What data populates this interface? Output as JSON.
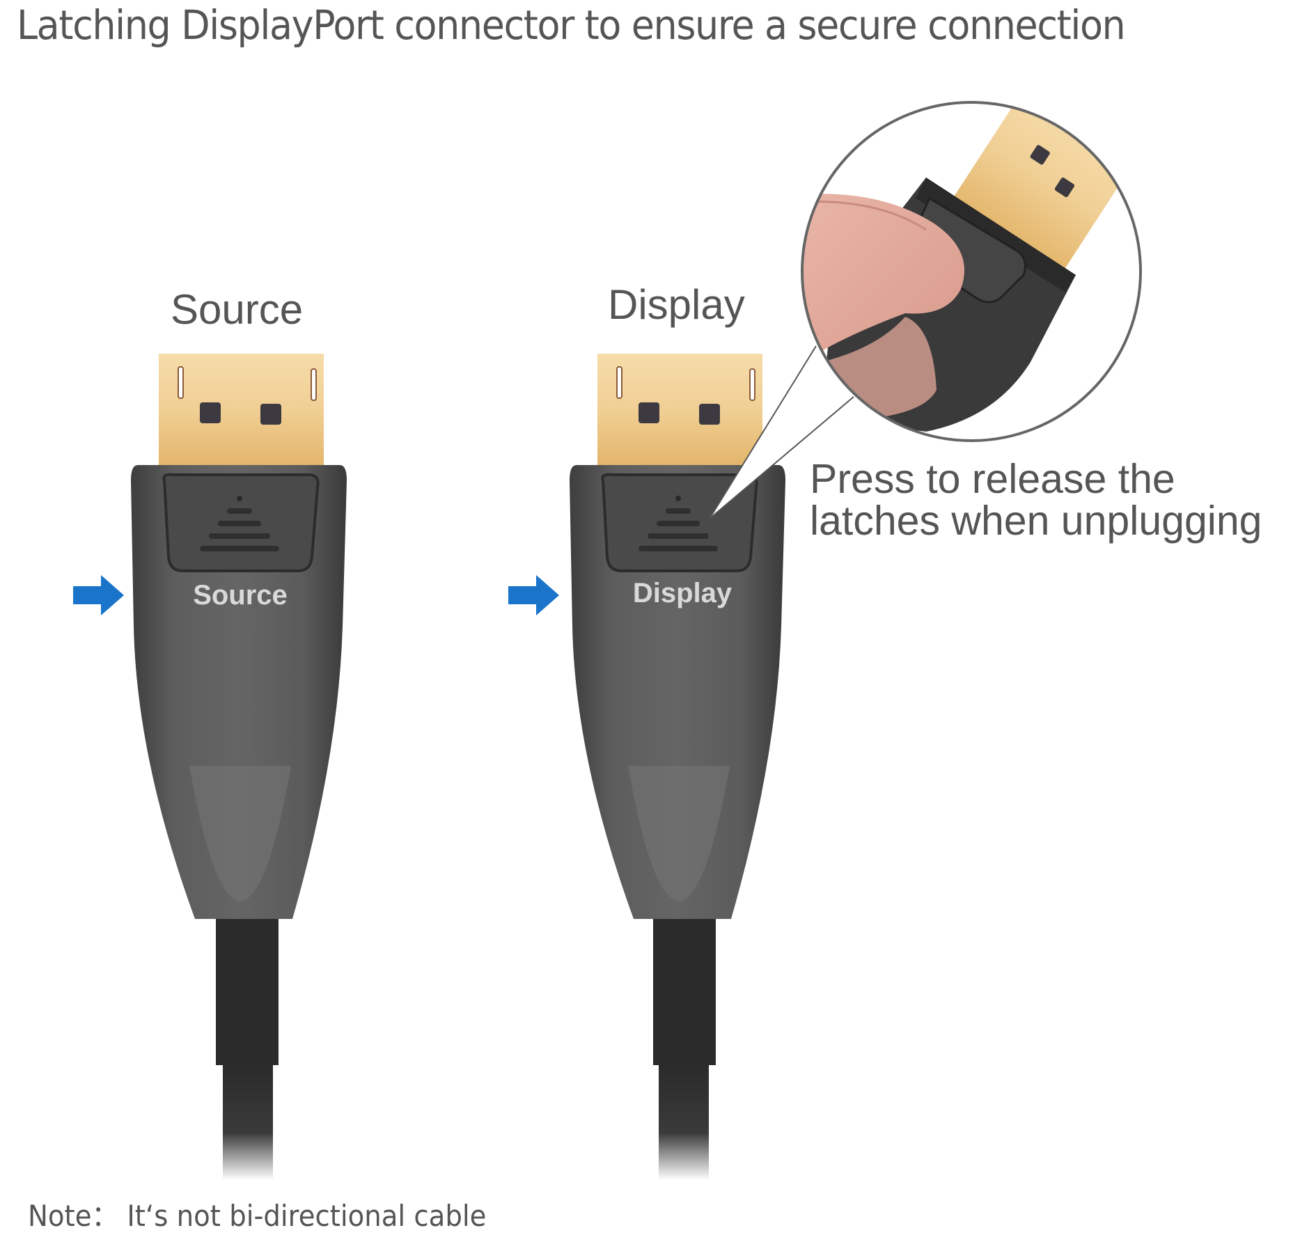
{
  "title": "Latching DisplayPort connector to ensure a secure connection",
  "connectors": [
    {
      "label": "Source",
      "embossed_label": "Source",
      "arrow_color": "#1a74c9"
    },
    {
      "label": "Display",
      "embossed_label": "Display",
      "arrow_color": "#1a74c9"
    }
  ],
  "callout": {
    "line1": "Press to release the",
    "line2": "latches when unplugging"
  },
  "note": "Note： It‘s not bi-directional cable",
  "colors": {
    "text": "#555555",
    "gold": "#f0cf94",
    "housing": "#5a5a5a",
    "cable": "#2a2a2a",
    "arrow": "#1a74c9"
  }
}
